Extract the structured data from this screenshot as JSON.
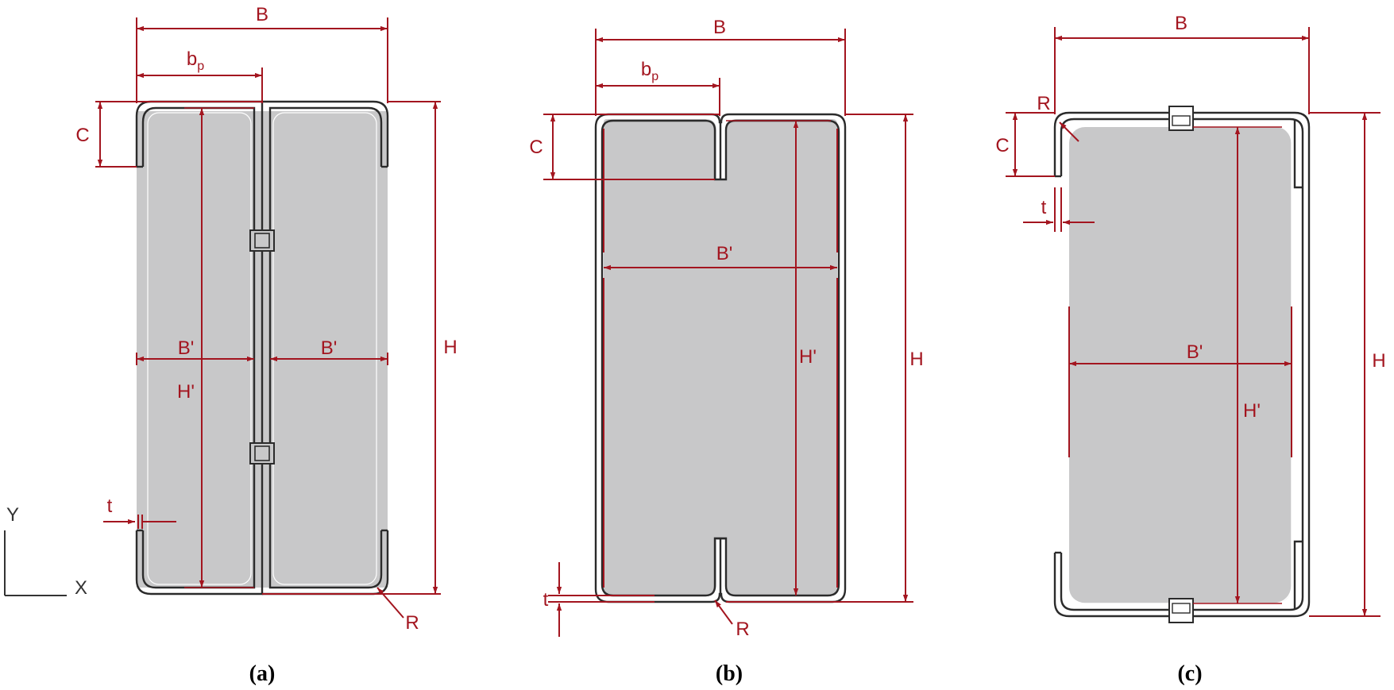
{
  "colors": {
    "dimension": "#a3151f",
    "section_outline": "#2b2b2b",
    "fill": "#c8c8c9",
    "axis": "#333333",
    "caption": "#000000"
  },
  "axes": {
    "y": "Y",
    "x": "X"
  },
  "panels": [
    {
      "caption": "(a)",
      "labels": {
        "B": "B",
        "bp": "b",
        "bp_sub": "p",
        "C": "C",
        "t": "t",
        "B_prime_left": "B'",
        "B_prime_right": "B'",
        "H_prime": "H'",
        "H": "H",
        "R": "R"
      }
    },
    {
      "caption": "(b)",
      "labels": {
        "B": "B",
        "bp": "b",
        "bp_sub": "p",
        "C": "C",
        "B_prime": "B'",
        "H_prime": "H'",
        "H": "H",
        "t": "t",
        "R": "R"
      }
    },
    {
      "caption": "(c)",
      "labels": {
        "B": "B",
        "R": "R",
        "C": "C",
        "t": "t",
        "B_prime": "B'",
        "H_prime": "H'",
        "H": "H"
      }
    }
  ]
}
